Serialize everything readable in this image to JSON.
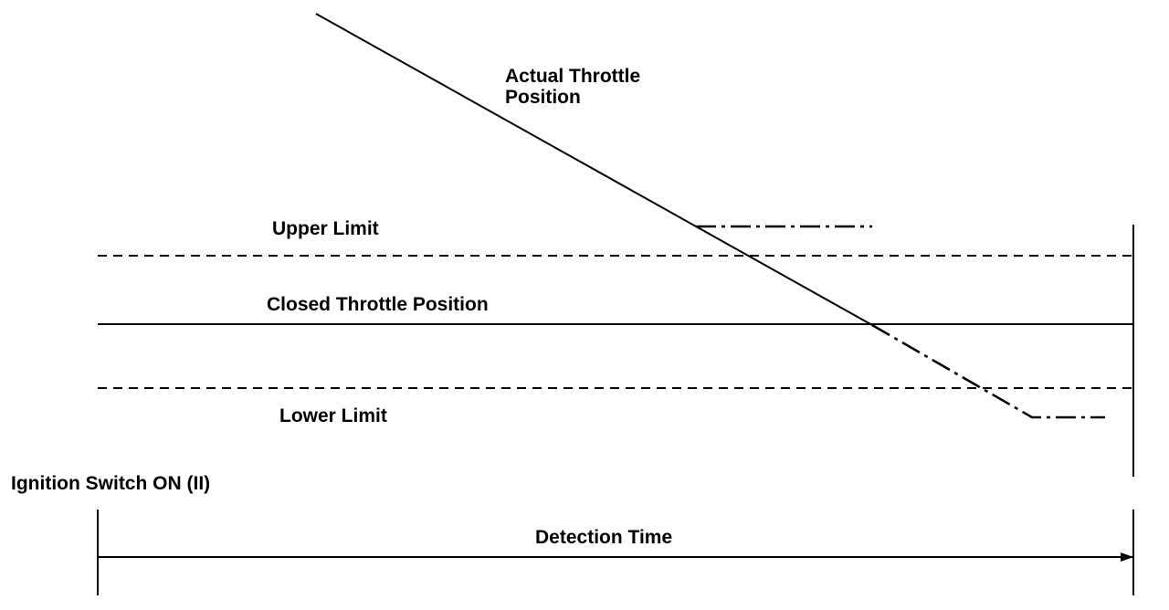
{
  "labels": {
    "actual_throttle_line1": "Actual Throttle",
    "actual_throttle_line2": "Position",
    "upper_limit": "Upper Limit",
    "closed_throttle": "Closed Throttle Position",
    "lower_limit": "Lower Limit",
    "ignition_switch": "Ignition Switch ON (II)",
    "detection_time": "Detection Time"
  }
}
